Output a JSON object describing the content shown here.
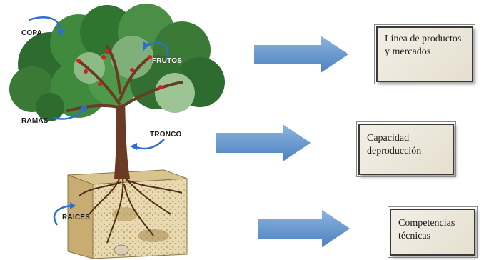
{
  "tree_labels": {
    "copa": "COPA",
    "frutos": "FRUTOS",
    "ramas": "RAMAS",
    "tronco": "TRONCO",
    "raices": "RAICES"
  },
  "boxes": [
    {
      "text": "Línea de productos y mercados"
    },
    {
      "text": "Capacidad deproducción"
    },
    {
      "text": "Competencias técnicas"
    }
  ],
  "colors": {
    "arrow_fill": "#5b8fc7",
    "pointer_arrow": "#2b6fd1",
    "foliage_dark": "#2e6b2e",
    "foliage_light": "#7fb07a",
    "trunk": "#6b3a24",
    "fruit": "#d42020",
    "soil": "#e3d3a8"
  }
}
